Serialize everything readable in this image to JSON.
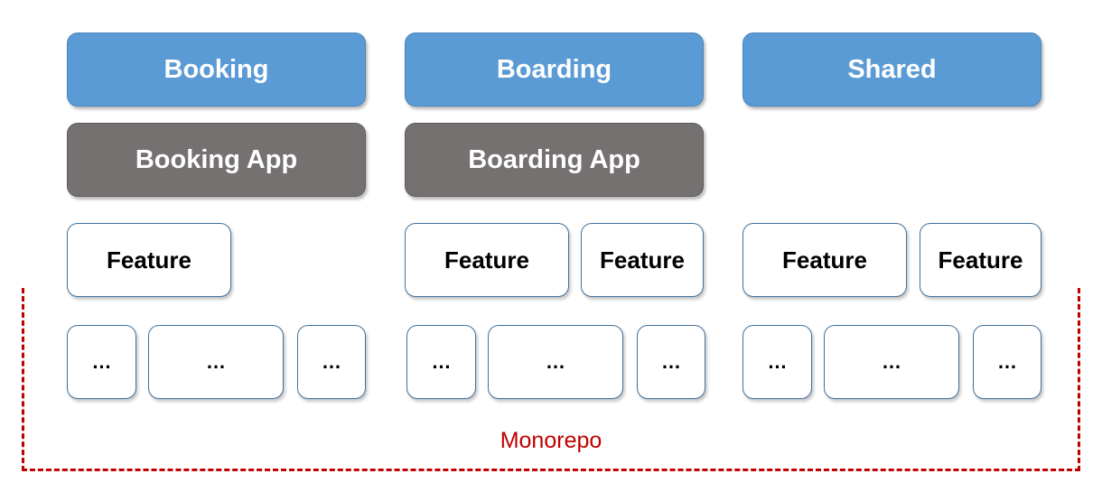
{
  "domains": {
    "booking": "Booking",
    "boarding": "Boarding",
    "shared": "Shared"
  },
  "apps": {
    "booking": "Booking App",
    "boarding": "Boarding App"
  },
  "features": {
    "booking_1": "Feature",
    "boarding_1": "Feature",
    "boarding_2": "Feature",
    "shared_1": "Feature",
    "shared_2": "Feature"
  },
  "libs": {
    "booking": [
      "…",
      "…",
      "…"
    ],
    "boarding": [
      "…",
      "…",
      "…"
    ],
    "shared": [
      "…",
      "…",
      "…"
    ]
  },
  "monorepo": {
    "label": "Monorepo",
    "color": "#c00000"
  },
  "colors": {
    "domain": "#5b9bd5",
    "app": "#767171",
    "border": "#41719c"
  }
}
